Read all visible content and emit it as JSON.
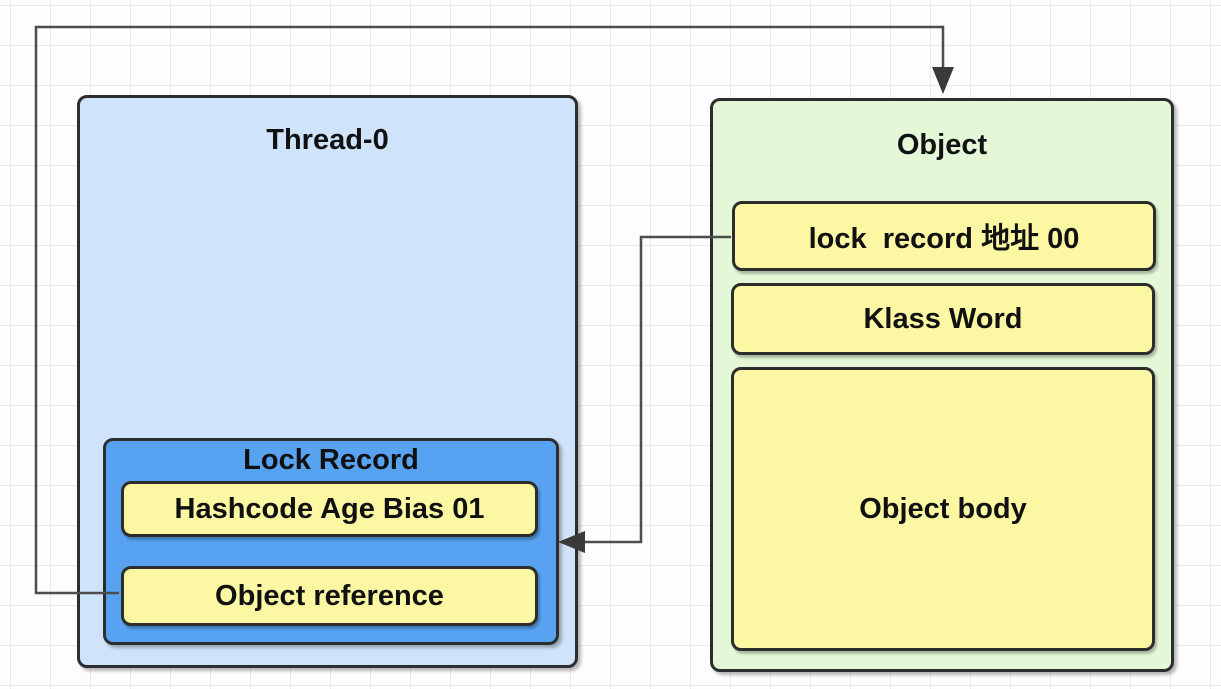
{
  "diagram": {
    "thread": {
      "title": "Thread-0",
      "lock_record": {
        "title": "Lock Record",
        "slots": [
          {
            "label": "Hashcode Age Bias 01"
          },
          {
            "label": "Object reference"
          }
        ]
      }
    },
    "object": {
      "title": "Object",
      "slots": [
        {
          "label": "lock  record 地址 00"
        },
        {
          "label": "Klass Word"
        },
        {
          "label": "Object body"
        }
      ]
    },
    "connectors": [
      {
        "name": "object-reference-to-object",
        "from": "Object reference",
        "to": "Object (top)"
      },
      {
        "name": "lock-record-address-to-lock-record",
        "from": "lock record 地址 00",
        "to": "Lock Record (right)"
      }
    ]
  },
  "palette": {
    "thread_fill": "#cfe4fa",
    "lock_record_fill": "#57a3f1",
    "slot_fill": "#fbf7a2",
    "object_fill": "#e4f8d8",
    "border": "#2d2d2d",
    "edge": "#4d4d4d",
    "grid": "#e9e9e9",
    "text": "#111111"
  }
}
